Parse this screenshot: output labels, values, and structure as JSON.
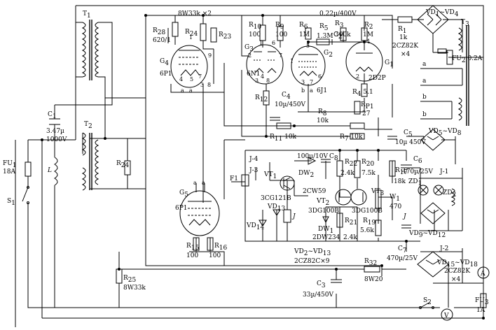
{
  "labels": {
    "T1": "T",
    "T1_sub": "1",
    "T2": "T",
    "T2_sub": "2",
    "T3": "T",
    "T3_sub": "3",
    "R28": "R",
    "R28_sub": "28",
    "R28_val": "620/1",
    "R24_top": "R",
    "R24_top_sub": "24",
    "R23": "R",
    "R23_sub": "23",
    "tube_pair_label": "8W33k ×2",
    "G4": "G",
    "G4_sub": "4",
    "G4_type": "6P1",
    "G5": "G",
    "G5_sub": "5",
    "G5_type": "6P1",
    "G3": "G",
    "G3_sub": "3",
    "G3_type": "6N1",
    "G2": "G",
    "G2_sub": "2",
    "G2_type": "6J1",
    "G1": "G",
    "G1_sub": "1",
    "G1_type": "2D2P",
    "R10": "R",
    "R10_sub": "10",
    "R10_val": "100",
    "R9": "R",
    "R9_sub": "9",
    "R9_val": "100",
    "R6": "R",
    "R6_sub": "6",
    "R6_val": "1M",
    "R5": "R",
    "R5_sub": "5",
    "R5_val": "1.3M",
    "R3": "R",
    "R3_sub": "3",
    "R3_val": "300k",
    "R2": "R",
    "R2_sub": "2",
    "R2_val": "1M",
    "R1": "R",
    "R1_sub": "1",
    "R1_val": "1k",
    "C2": "C",
    "C2_sub": "2",
    "C2_val": "0.22µ/400V",
    "VD1_4": "VD",
    "VD1_4_range": "1",
    "VD1_4_to": "~VD",
    "VD1_4_end": "4",
    "diode_2CZ82K": "2CZ82K",
    "x4": "×4",
    "FU2": "FU",
    "FU2_sub": "2",
    "FU2_val": "0.2A",
    "R4": "R",
    "R4_sub": "4",
    "R4_val": "5.1",
    "RP1": "R",
    "RP1_sub": "P1",
    "RP1_val": "27",
    "R12": "R",
    "R12_sub": "12",
    "C4": "C",
    "C4_sub": "4",
    "C4_val": "10µ/450V",
    "R8": "R",
    "R8_sub": "8",
    "R8_val": "10k",
    "R7": "R",
    "R7_sub": "7",
    "R7_val": "10k",
    "R11": "R",
    "R11_sub": "11",
    "R11_val": "10k",
    "C5": "C",
    "C5_sub": "5",
    "C5_val": "10µ 450V",
    "C1": "C",
    "C1_sub": "1",
    "C1_val": "3.47µ",
    "C1_volt": "1000V",
    "L": "L",
    "FU1": "FU",
    "FU1_sub": "1",
    "FU1_val": "18A",
    "S1": "S",
    "S1_sub": "1",
    "R24": "R",
    "R24_sub": "24",
    "J4": "J-4",
    "J3": "J-3",
    "F1": "F1",
    "C8_val": "100µ/10V",
    "C8": "C",
    "C8_sub": "8",
    "R22": "R",
    "R22_sub": "22",
    "R22_val": "2.4k",
    "R20": "R",
    "R20_sub": "20",
    "R20_val": "7.5k",
    "R17": "R",
    "R17_sub": "17",
    "R17_val": "18k",
    "VT1": "VT",
    "VT1_sub": "1",
    "VT1_type": "3CG121B",
    "DW2": "DW",
    "DW2_sub": "2",
    "DW2_type": "2CW59",
    "VT2": "VT",
    "VT2_sub": "2",
    "VT2_type": "3DG100B",
    "VT3": "VT",
    "VT3_sub": "3",
    "VT3_type": "3DG100B",
    "DW1": "DW",
    "DW1_sub": "1",
    "DW1_type": "2DW234",
    "R21": "R",
    "R21_sub": "21",
    "R21_val": "2.4k",
    "R19": "R",
    "R19_sub": "19",
    "R19_val": "5.6k",
    "W1": "W",
    "W1_sub": "1",
    "W1_val": "470",
    "C6": "C",
    "C6_sub": "6",
    "C6_val": "470µ/25V",
    "C7": "C",
    "C7_sub": "7",
    "C7_val": "470µ/25V",
    "VD5_8": "VD",
    "VD5_8_a": "5",
    "VD5_8_to": "~VD",
    "VD5_8_b": "8",
    "J1": "J-1",
    "ZD1": "ZD",
    "ZD1_sub": "1",
    "ZD2": "ZD",
    "ZD2_sub": "2",
    "VD9_12": "VD",
    "VD9_12_a": "9",
    "VD9_12_to": "~VD",
    "VD9_12_b": "12",
    "VD14": "VD",
    "VD14_sub": "14",
    "VD13": "VD",
    "VD13_sub": "13",
    "J": "J",
    "VD2_13": "VD",
    "VD2_13_a": "2",
    "VD2_13_to": "~VD",
    "VD2_13_b": "13",
    "VD2_13_type": "2CZ82C×9",
    "J2": "J-2",
    "VD15_18": "VD",
    "VD15_18_a": "15",
    "VD15_18_to": "~VD",
    "VD15_18_b": "18",
    "VD15_18_type": "2CZ82K",
    "VD15_18_x": "×4",
    "R15": "R",
    "R15_sub": "15",
    "R15_val": "100",
    "R16": "R",
    "R16_sub": "16",
    "R16_val": "100",
    "R25": "R",
    "R25_sub": "25",
    "R25_val": "8W33k",
    "R32": "R",
    "R32_sub": "32",
    "R32_val": "8W20",
    "C3": "C",
    "C3_sub": "3",
    "C3_val": "33µ/450V",
    "FU3": "FU",
    "FU3_sub": "3",
    "FU3_val": "1A",
    "S2": "S",
    "S2_sub": "2",
    "meterA": "A",
    "meterV": "V",
    "term_a": "a",
    "term_b": "b",
    "pin_a": "a",
    "pin_b": "b",
    "p1": "1",
    "p2": "2",
    "p3": "3",
    "p4": "4",
    "p5": "5",
    "p6": "6",
    "p7": "7",
    "p8": "8",
    "p9": "9"
  }
}
